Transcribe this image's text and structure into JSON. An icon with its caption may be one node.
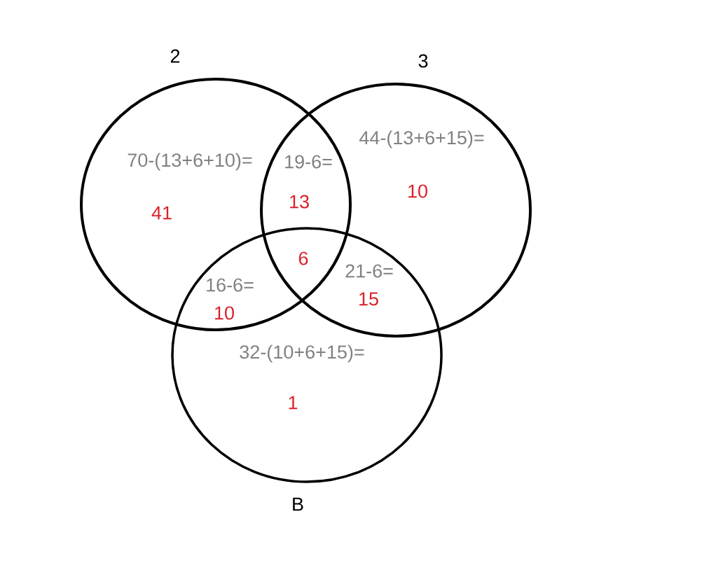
{
  "diagram": {
    "nodes": [
      {
        "text": [
          "2"
        ]
      },
      {
        "text": [
          "3"
        ]
      },
      {
        "text": [
          "B"
        ]
      }
    ],
    "labels": [
      "70-(13+6+10)=",
      "41",
      "19-6=",
      "13",
      "44-(13+6+15)=",
      "10",
      "6",
      "16-6=",
      "10",
      "21-6=",
      "15",
      "32-(10+6+15)=",
      "1"
    ]
  }
}
